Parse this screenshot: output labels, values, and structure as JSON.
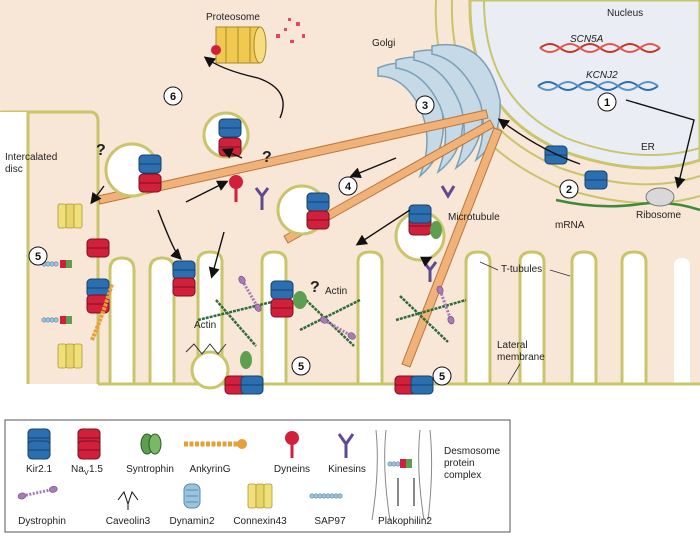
{
  "labels": {
    "proteosome": "Proteosome",
    "golgi": "Golgi",
    "nucleus": "Nucleus",
    "scn5a": "SCN5A",
    "kcnj2": "KCNJ2",
    "er": "ER",
    "mrna": "mRNA",
    "ribosome": "Ribosome",
    "intercalated_disc_1": "Intercalated",
    "intercalated_disc_2": "disc",
    "microtubule": "Microtubule",
    "t_tubules": "T-tubules",
    "actin_1": "Actin",
    "actin_2": "Actin",
    "lateral_1": "Lateral",
    "lateral_2": "membrane"
  },
  "steps": [
    "1",
    "2",
    "3",
    "4",
    "5",
    "5",
    "5",
    "6"
  ],
  "question_mark": "?",
  "legend": {
    "kir": "Kir2.1",
    "nav_main": "Na",
    "nav_sub": "V",
    "nav_tail": "1.5",
    "syntrophin": "Syntrophin",
    "ankyring": "AnkyrinG",
    "dyneins": "Dyneins",
    "kinesins": "Kinesins",
    "desmosome_1": "Desmosome",
    "desmosome_2": "protein",
    "desmosome_3": "complex",
    "dystrophin": "Dystrophin",
    "caveolin3": "Caveolin3",
    "dynamin2": "Dynamin2",
    "connexin43": "Connexin43",
    "sap97": "SAP97",
    "plakophilin2": "Plakophilin2"
  },
  "colors": {
    "cytoplasm": "#f8e6d6",
    "membrane": "#c9c56a",
    "nucleus_fill": "#eaeef4",
    "golgi_fill": "#c6d9e6",
    "kir_blue": "#2b6fb0",
    "nav_red": "#d21f3c",
    "syntrophin_green": "#5d9e4f",
    "microtubule": "#f1b27a",
    "connexin_yellow": "#f1df7a",
    "dystrophin_purple": "#a77bb8",
    "kinesin_purple": "#5f4a92"
  }
}
